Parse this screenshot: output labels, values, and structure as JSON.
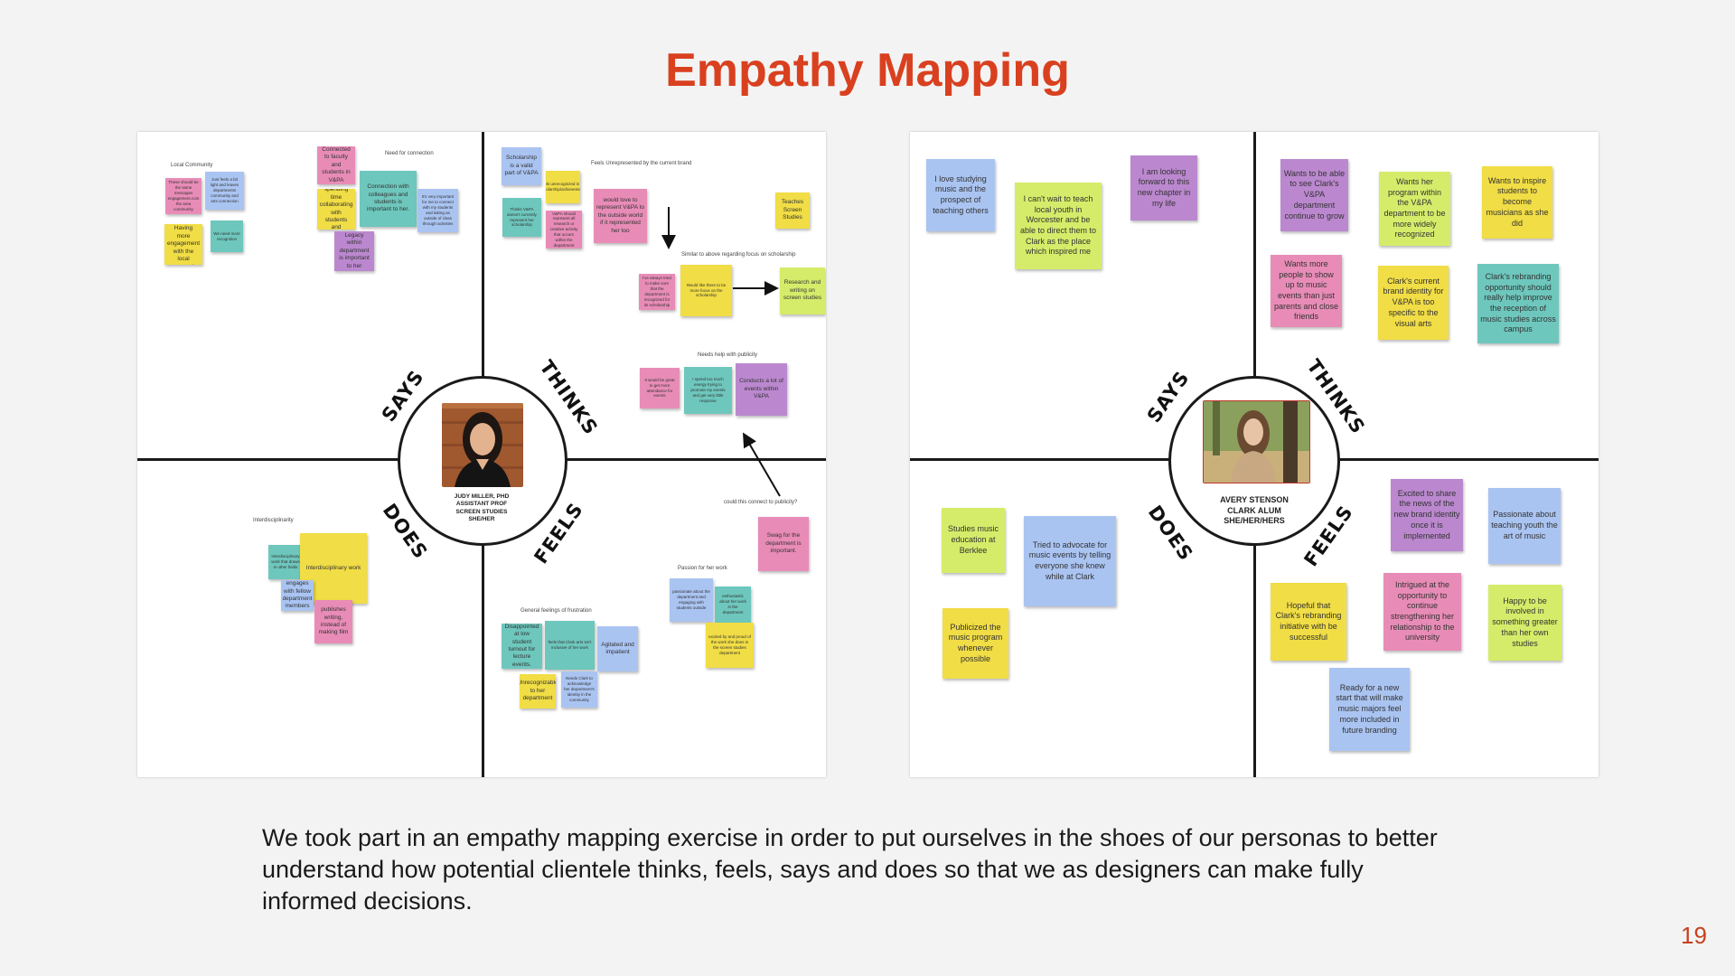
{
  "title": "Empathy Mapping",
  "description": "We took part in an empathy mapping exercise in order to put ourselves in the shoes of our personas to better understand how potential clientele thinks, feels, says and does so that we as designers can make fully informed decisions.",
  "page_number": "19",
  "quadrant_labels": {
    "says": "SAYS",
    "thinks": "THINKS",
    "does": "DOES",
    "feels": "FEELS"
  },
  "board1": {
    "persona": {
      "name": "JUDY MILLER, PHD",
      "role": "ASSISTANT PROF",
      "dept": "SCREEN STUDIES",
      "pronouns": "SHE/HER"
    },
    "labels": {
      "local_community": "Local Community",
      "need_connection": "Need for connection",
      "unrepresented": "Feels Unrepresented by the current brand",
      "similar": "Similar to above regarding focus on scholarship",
      "publicity": "Needs help with publicity",
      "connect_publicity": "could this connect to publicity?",
      "interdisciplinarity": "Interdisciplinarity",
      "passion": "Passion for her work",
      "frustration": "General feelings of frustration"
    },
    "notes": {
      "lc1": "These should be the same messages engagement.com the area community",
      "lc2": "Just feels a bit light and leaves departments community and arts connection",
      "lc3": "Feels like Having more engagement with the local community",
      "lc4": "We need more recognition",
      "nc1": "Connected to faculty and students in V&PA",
      "nc2": "I love spending time collaborating with students and colleagues",
      "nc3": "Connection with colleagues and students is important to her.",
      "nc4": "It's very important for me to connect with my students and taking as outside of class through activities",
      "nc5": "Legacy within department is important to her",
      "t1": "Scholarship is a valid part of V&PA",
      "t2": "Feels unrecognized in her scholarship/achievements",
      "t3": "Thinks V&PA doesn't currently represent her scholarship",
      "t4": "V&PA should represent all research or creative activity that occurs within the department",
      "t5": "would love to represent V&PA to the outside world if it represented her too",
      "t6": "Teaches Screen Studies",
      "t7": "I've always tried to make sure that the department is recognized for its scholarship",
      "t8": "Would like there to be more focus on the scholarship",
      "t9": "Research and writing on screen studies",
      "p1": "It would be great to get more attendance for events",
      "p2": "I spend too much energy trying to promote my events and get very little response",
      "p3": "Conducts a lot of events within V&PA",
      "f0": "Swag for the department is important.",
      "d1": "Interdisciplinary work that draws in other fields",
      "d2": "Interdisciplinary work",
      "d3": "engages with fellow department members",
      "d4": "publishes writing, instead of making film",
      "f1": "passionate about the department and engaging with students outside",
      "f2": "enthusiastic about her work in the department",
      "f3": "excited by and proud of the work she does in the screen studies department",
      "f4": "Disappointed at low student turnout for lecture events.",
      "f5": "feels that Clark arts isn't inclusive of her work",
      "f6": "Agitated and impatient",
      "f7": "Unrecognizable to her department",
      "f8": "Needs Clark to acknowledge her department's identity in the community"
    }
  },
  "board2": {
    "persona": {
      "name": "AVERY STENSON",
      "role": "CLARK ALUM",
      "pronouns": "SHE/HER/HERS"
    },
    "notes": {
      "s1": "I love studying music and the prospect of teaching others",
      "s2": "I can't wait to teach local youth in Worcester and be able to direct them to Clark as the place which inspired me",
      "s3": "I am looking forward to this new chapter in my life",
      "t1": "Wants to be able to see Clark's V&PA department continue to grow",
      "t2": "Wants her program within the V&PA department to be more widely recognized",
      "t3": "Wants to inspire students to become musicians as she did",
      "t4": "Wants more people to show up to music events than just parents and close friends",
      "t5": "Clark's current brand identity for V&PA is too specific to the visual arts",
      "t6": "Clark's rebranding opportunity should really help improve the reception of music studies across campus",
      "d1": "Studies music education at Berklee",
      "d2": "Tried to advocate for music events by telling everyone she knew while at Clark",
      "d3": "Publicized the music program whenever possible",
      "f1": "Excited to share the news of the new brand identity once it is implemented",
      "f2": "Passionate about teaching youth the art of music",
      "f3": "Hopeful that Clark's rebranding initiative with be successful",
      "f4": "Intrigued at the opportunity to continue strengthening her relationship to the university",
      "f5": "Happy to be involved in something greater than her own studies",
      "f6": "Ready for a new start that will make music majors feel more included in future branding"
    }
  },
  "colors": {
    "title": "#d9401f",
    "pink": "#e88cb7",
    "blue": "#aac4f2",
    "teal": "#6ec7bd",
    "yellow": "#f1dd45",
    "purple": "#bb88cf",
    "lime": "#d5ec6a"
  }
}
